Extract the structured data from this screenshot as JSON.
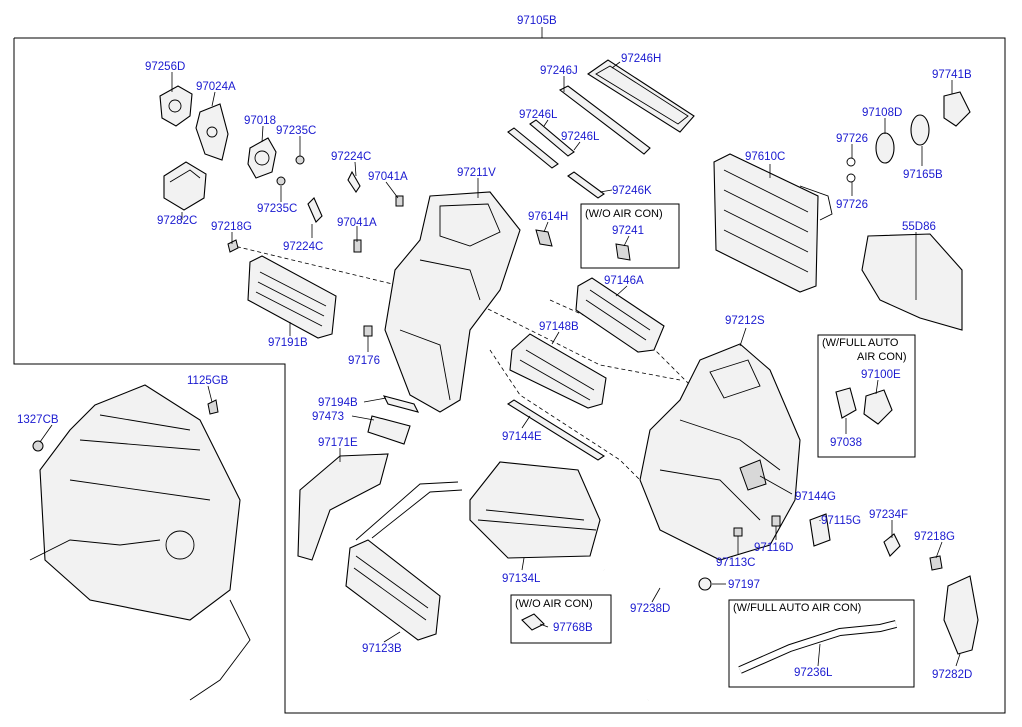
{
  "colors": {
    "label": "#1a1ad0",
    "line": "#000000",
    "part_fill": "#f2f2f2"
  },
  "labels": {
    "97105B": "97105B",
    "97256D": "97256D",
    "97024A": "97024A",
    "97018": "97018",
    "97235C_a": "97235C",
    "97235C_b": "97235C",
    "97224C_a": "97224C",
    "97224C_b": "97224C",
    "97041A_a": "97041A",
    "97041A_b": "97041A",
    "97282C": "97282C",
    "97218G_a": "97218G",
    "97218G_b": "97218G",
    "97246J": "97246J",
    "97246H": "97246H",
    "97246L_a": "97246L",
    "97246L_b": "97246L",
    "97246K": "97246K",
    "97211V": "97211V",
    "97614H": "97614H",
    "97241": "97241",
    "97610C": "97610C",
    "97741B": "97741B",
    "97108D": "97108D",
    "97726_a": "97726",
    "97726_b": "97726",
    "97165B": "97165B",
    "55D86": "55D86",
    "97146A": "97146A",
    "97191B": "97191B",
    "97176": "97176",
    "97148B": "97148B",
    "97212S": "97212S",
    "97100E": "97100E",
    "97038": "97038",
    "1125GB": "1125GB",
    "1327CB": "1327CB",
    "97194B": "97194B",
    "97473": "97473",
    "97144E": "97144E",
    "97171E": "97171E",
    "97144G": "97144G",
    "97115G": "97115G",
    "97234F": "97234F",
    "97116D": "97116D",
    "97113C": "97113C",
    "97134L": "97134L",
    "97197": "97197",
    "97238D": "97238D",
    "97768B": "97768B",
    "97123B": "97123B",
    "97236L": "97236L",
    "97282D": "97282D"
  },
  "boxes": {
    "wo_air_con_1": "(W/O AIR CON)",
    "full_auto_1_line1": "(W/FULL AUTO",
    "full_auto_1_line2": "AIR CON)",
    "wo_air_con_2": "(W/O AIR CON)",
    "full_auto_2": "(W/FULL AUTO AIR CON)"
  }
}
